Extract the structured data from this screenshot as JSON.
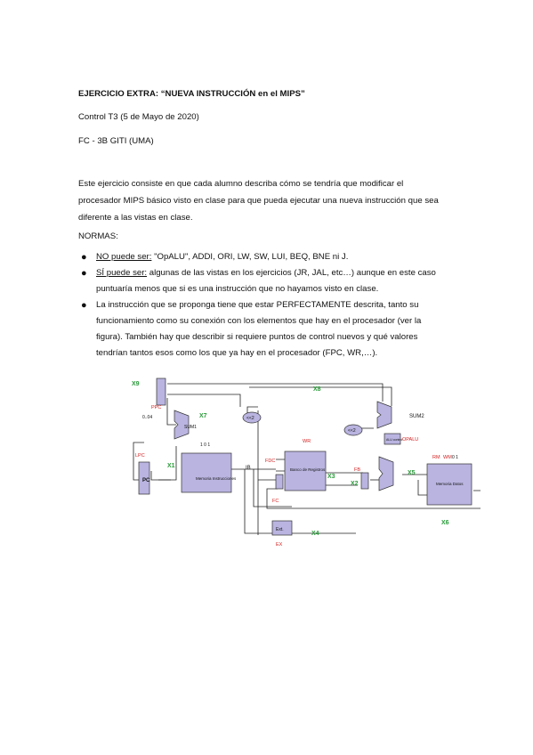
{
  "header": {
    "title": "EJERCICIO EXTRA: “NUEVA INSTRUCCIÓN en el MIPS”",
    "control": "Control T3 (5 de Mayo de 2020)",
    "course": "FC - 3B GITI (UMA)"
  },
  "intro": {
    "lines": [
      "Este ejercicio consiste en que cada alumno describa cómo se tendría que modificar el",
      "procesador MIPS básico visto en clase para que pueda ejecutar una nueva instrucción que sea",
      "diferente a las vistas en clase."
    ]
  },
  "normas": {
    "heading": "NORMAS:",
    "item1": {
      "lead": "NO puede ser:",
      "rest": " \"OpALU\", ADDI, ORI, LW, SW, LUI, BEQ, BNE ni J."
    },
    "item2": {
      "lead": "SÍ puede ser:",
      "rest": " algunas de las vistas en los ejercicios (JR, JAL, etc…) aunque en este caso",
      "line2": "puntuaría menos que si es una instrucción que no hayamos visto en clase."
    },
    "item3": {
      "lines": [
        "La instrucción que se proponga tiene que estar PERFECTAMENTE descrita, tanto su",
        "funcionamiento como su conexión con los elementos que hay en el procesador (ver la",
        "figura). También hay que describir si requiere puntos de control nuevos y qué valores",
        "tendrían tantos esos como los que ya hay en el procesador (FPC, WR,…)."
      ]
    }
  },
  "figure": {
    "colors": {
      "box": "#b9b4e0",
      "green": "#2a9a3a",
      "red": "#d32020",
      "wire": "#222222"
    },
    "labels": {
      "x9": "X9",
      "x8": "X8",
      "x7": "X7",
      "x1": "X1",
      "x2": "X2",
      "x3": "X3",
      "x4": "X4",
      "x5": "X5",
      "x6": "X6",
      "ppc": "PPC",
      "lpc": "LPC",
      "fdc": "FDC",
      "wr": "WR",
      "fb": "FB",
      "fc": "FC",
      "ex": "EX",
      "rm": "RM",
      "wm": "WM",
      "opalu": "OPALU",
      "sum1": "SUM1",
      "sum2": "SUM2",
      "ib": "IB",
      "pc": "PC",
      "c04": "0..04",
      "mem_instr": "Memoria Instrucciones",
      "banco": "Banco de Registros",
      "mem_datos": "Memoria Datos",
      "ext": "Ext.",
      "shl": "<<2",
      "alu_control": "ALU control",
      "bits_101": "1  0  1",
      "rmwm": "0  1"
    }
  }
}
